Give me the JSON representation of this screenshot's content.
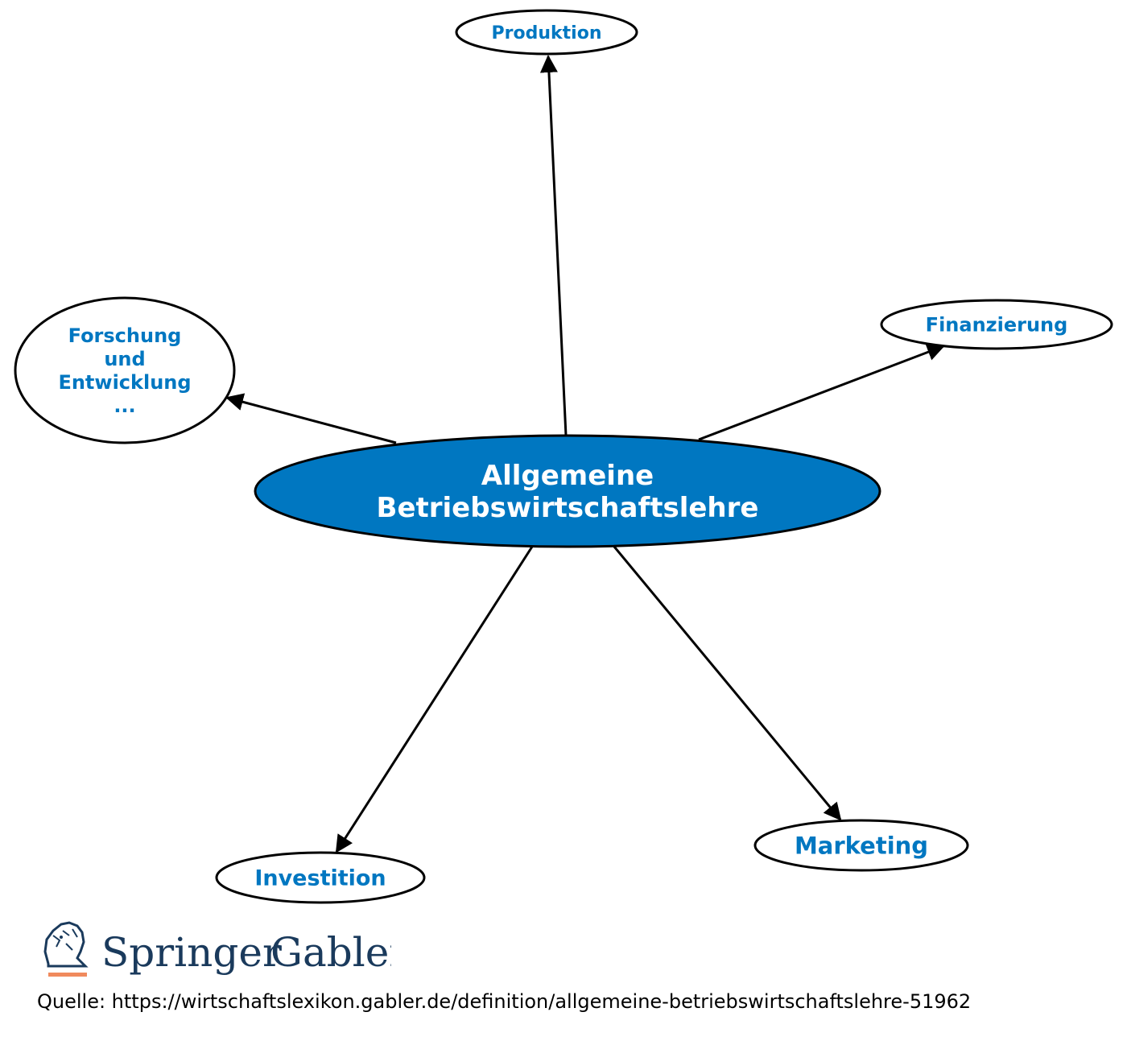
{
  "colors": {
    "node_text": "#0077c1",
    "center_fill": "#0077c1",
    "center_text": "#ffffff",
    "edge": "#000000",
    "logo_primary": "#1a3a5c",
    "logo_accent": "#f08a5d"
  },
  "nodes": {
    "center": {
      "lines": [
        "Allgemeine",
        "Betriebswirtschaftslehre"
      ]
    },
    "produktion": {
      "lines": [
        "Produktion"
      ]
    },
    "finanzierung": {
      "lines": [
        "Finanzierung"
      ]
    },
    "forschung": {
      "lines": [
        "Forschung",
        "und",
        "Entwicklung",
        "..."
      ]
    },
    "marketing": {
      "lines": [
        "Marketing"
      ]
    },
    "investition": {
      "lines": [
        "Investition"
      ]
    }
  },
  "edges": [
    {
      "from": "center",
      "to": "produktion"
    },
    {
      "from": "center",
      "to": "finanzierung"
    },
    {
      "from": "center",
      "to": "forschung"
    },
    {
      "from": "center",
      "to": "marketing"
    },
    {
      "from": "center",
      "to": "investition"
    }
  ],
  "logo": {
    "icon": "springer-horse-icon",
    "word1": "Springer",
    "word2": "Gabler"
  },
  "source_text": "Quelle: https://wirtschaftslexikon.gabler.de/definition/allgemeine-betriebswirtschaftslehre-51962"
}
